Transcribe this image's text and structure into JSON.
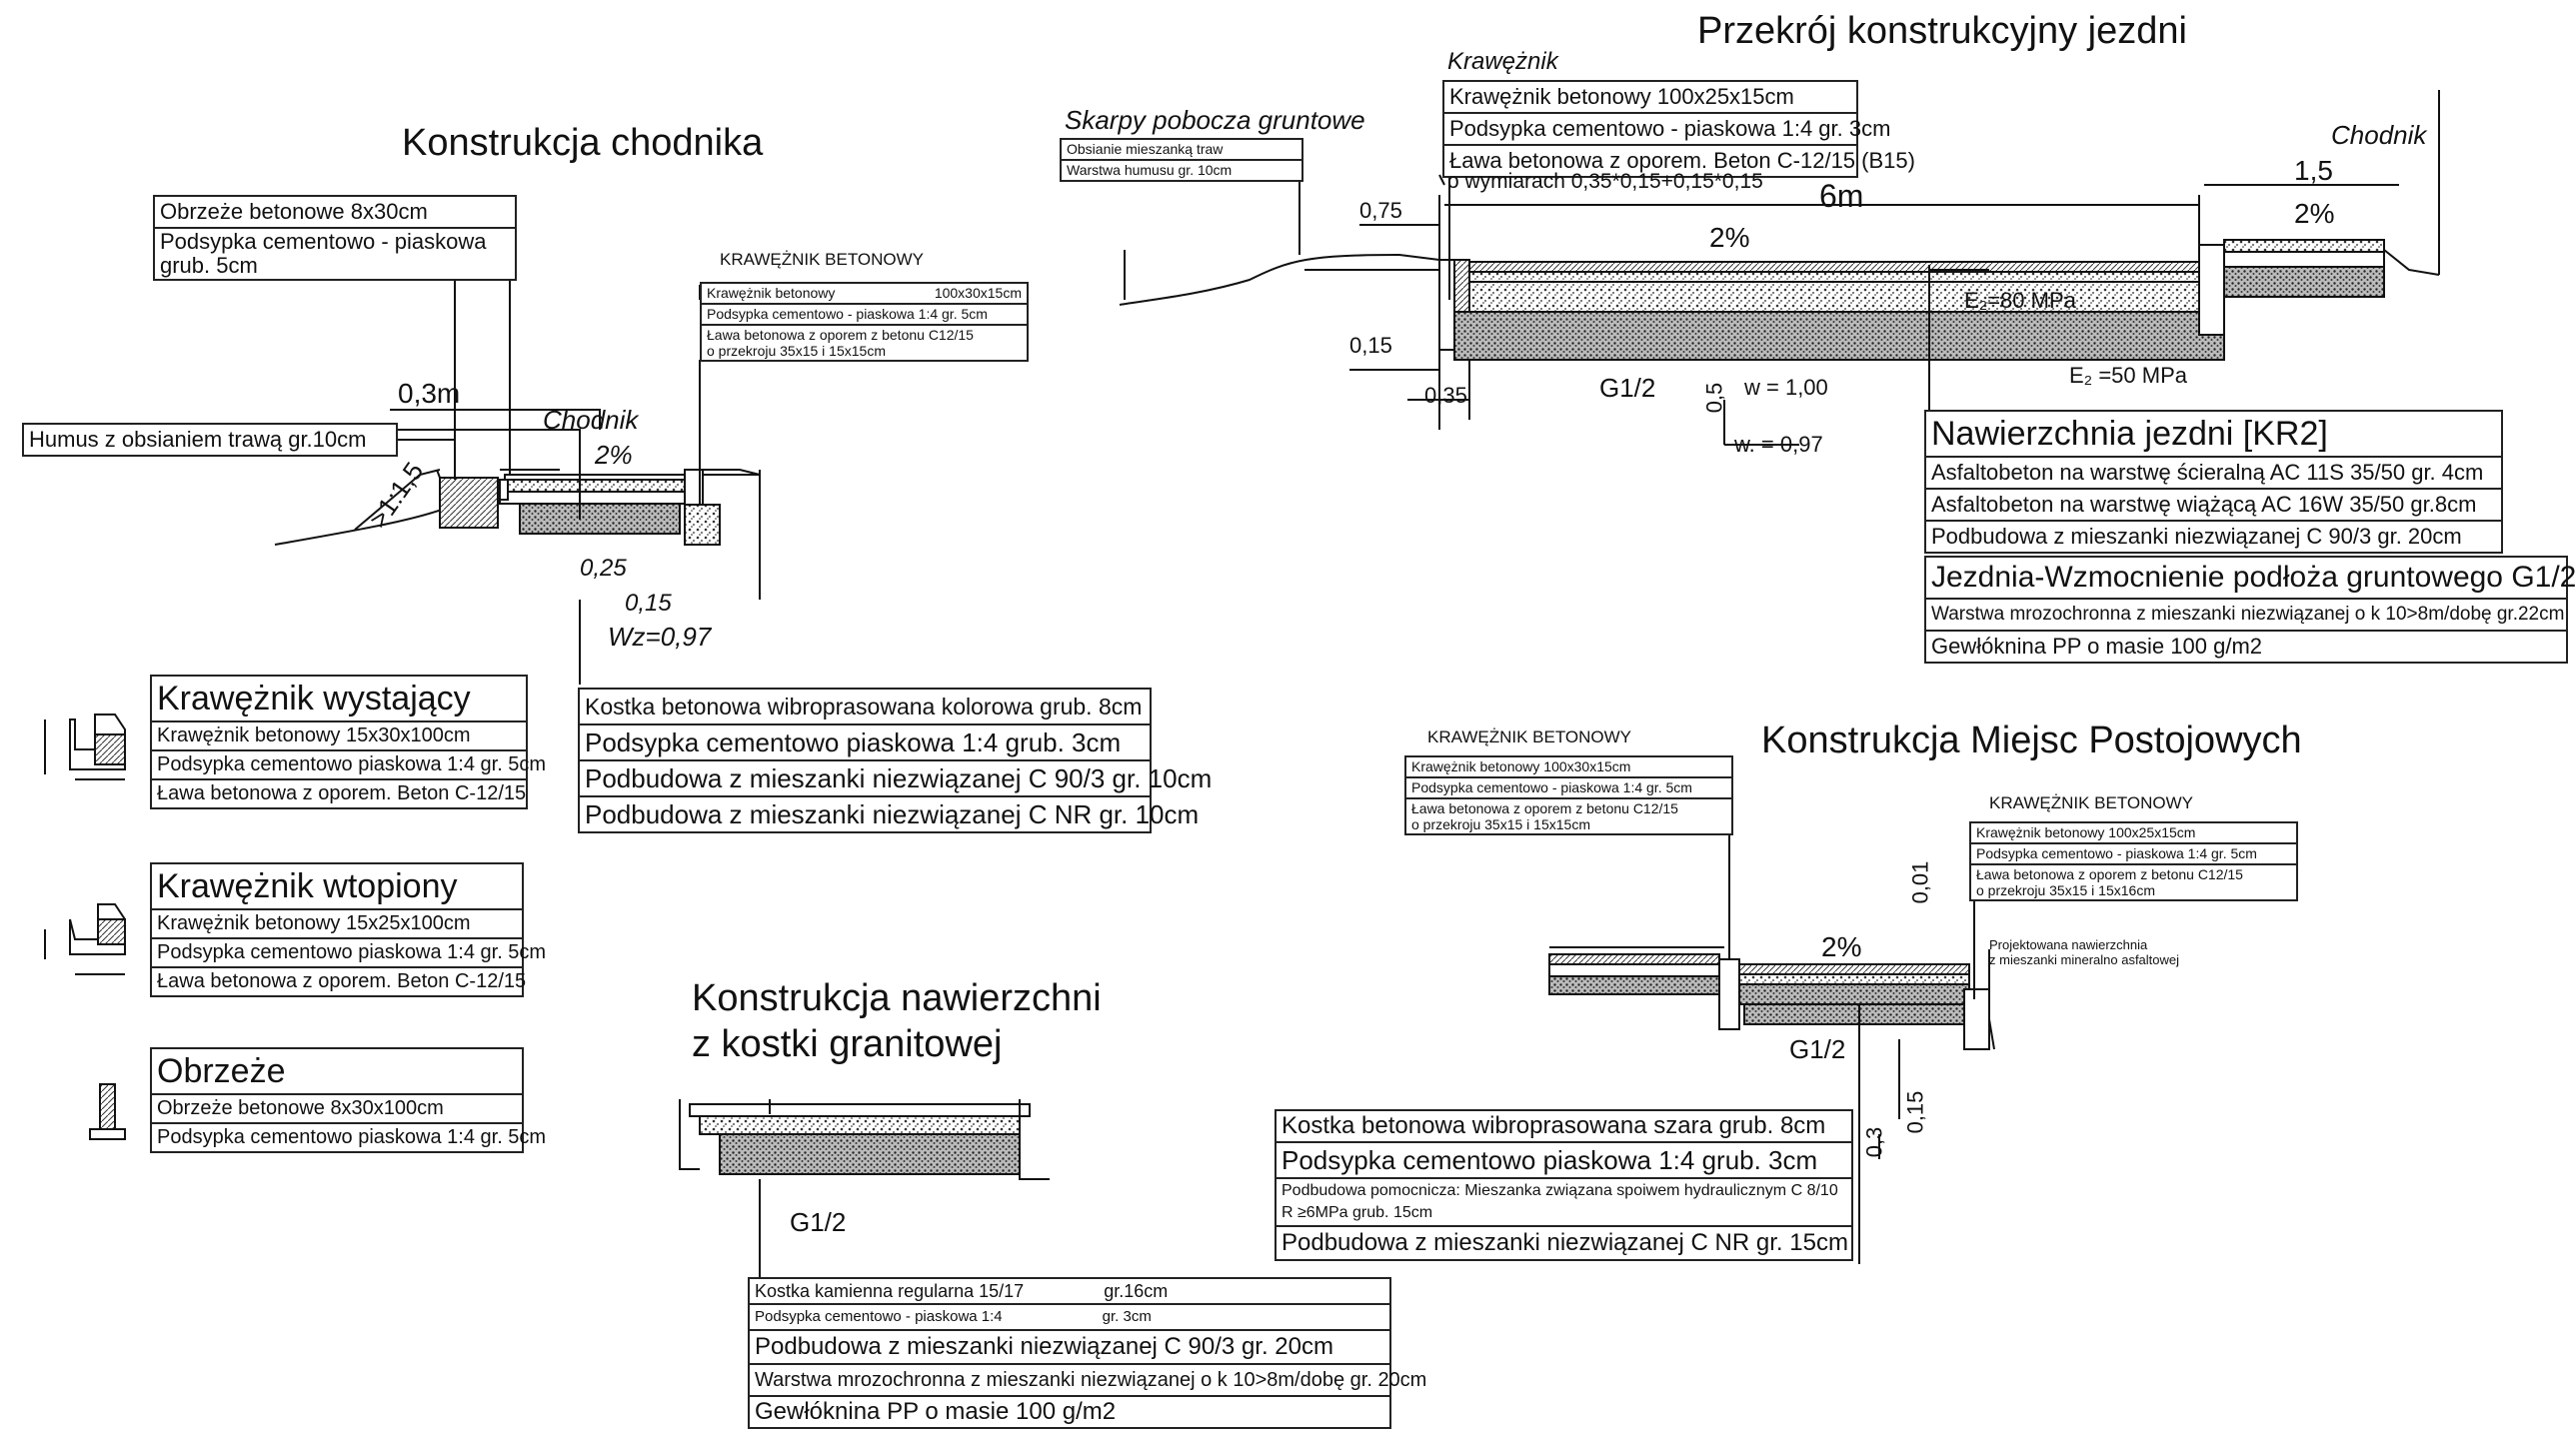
{
  "titles": {
    "jezdnia": "Przekrój konstrukcyjny jezdni",
    "chodnik": "Konstrukcja chodnika",
    "postoj": "Konstrukcja Miejsc Postojowych",
    "granit_1": "Konstrukcja nawierzchni",
    "granit_2": "z kostki granitowej"
  },
  "chodnik": {
    "obrzeze_box": [
      "Obrzeże betonowe 8x30cm",
      "Podsypka cementowo - piaskowa grub. 5cm"
    ],
    "humus_box": [
      "Humus z obsianiem trawą gr.10cm"
    ],
    "krawężnik_title": "KRAWĘŻNIK BETONOWY",
    "krawężnik_rows": [
      {
        "left": "Krawężnik betonowy",
        "right": "100x30x15cm"
      },
      {
        "left": "Podsypka cementowo - piaskowa 1:4 gr. 5cm",
        "right": ""
      },
      {
        "left": "Ława betonowa z oporem z betonu C12/15",
        "right": ""
      },
      {
        "left": "o przekroju 35x15 i 15x15cm",
        "right": ""
      }
    ],
    "label_chodnik": "Chodnik",
    "slope": "2%",
    "dim_03": "0,3m",
    "dim_025": "0,25",
    "dim_015": "0,15",
    "wz": "Wz=0,97",
    "skarpa": ">1:1,5",
    "layers": [
      "Kostka betonowa wibroprasowana kolorowa grub. 8cm",
      "Podsypka cementowo piaskowa 1:4 grub. 3cm",
      "Podbudowa z mieszanki niezwiązanej C 90/3 gr. 10cm",
      "Podbudowa z mieszanki niezwiązanej C NR gr. 10cm"
    ]
  },
  "legend": {
    "wystajacy_title": "Krawężnik wystający",
    "wystajacy": [
      "Krawężnik betonowy 15x30x100cm",
      "Podsypka cementowo piaskowa 1:4 gr. 5cm",
      "Ława betonowa z oporem. Beton C-12/15"
    ],
    "wtopiony_title": "Krawężnik wtopiony",
    "wtopiony": [
      "Krawężnik betonowy 15x25x100cm",
      "Podsypka cementowo piaskowa 1:4 gr. 5cm",
      "Ława betonowa z oporem. Beton C-12/15"
    ],
    "obrzeze_title": "Obrzeże",
    "obrzeze": [
      "Obrzeże betonowe 8x30x100cm",
      "Podsypka cementowo piaskowa 1:4 gr. 5cm"
    ]
  },
  "jezdnia": {
    "skarpy_title": "Skarpy pobocza gruntowe",
    "skarpy": [
      "Obsianie mieszanką traw",
      "Warstwa humusu gr. 10cm"
    ],
    "kraw_title": "Krawężnik",
    "kraw": [
      "Krawężnik betonowy 100x25x15cm",
      "Podsypka cementowo - piaskowa 1:4 gr. 3cm",
      "Ława betonowa z oporem. Beton C-12/15 (B15)",
      "o wymiarach 0,35*0,15+0,15*0,15"
    ],
    "chodnik": "Chodnik",
    "dim_6m": "6m",
    "dim_15": "1,5",
    "slope_a": "2%",
    "slope_b": "2%",
    "dim_075": "0,75",
    "dim_015": "0,15",
    "dim_035": "0,35",
    "g12": "G1/2",
    "dim_05": "0,5",
    "w1": "w = 1,00",
    "w097": "w. = 0,97",
    "e2_top": "E₂=80 MPa",
    "e2_bot": "E₂ =50 MPa",
    "kr2_title": "Nawierzchnia jezdni [KR2]",
    "kr2": [
      "Asfaltobeton na warstwę ścieralną AC 11S 35/50 gr. 4cm",
      "Asfaltobeton na warstwę wiążącą AC 16W 35/50 gr.8cm",
      "Podbudowa z mieszanki niezwiązanej C 90/3 gr. 20cm"
    ],
    "wzm_title": "Jezdnia-Wzmocnienie podłoża gruntowego G1/2",
    "wzm": [
      "Warstwa mrozochronna z mieszanki niezwiązanej o k 10>8m/dobę gr.22cm",
      "Gewłóknina PP o masie 100 g/m2"
    ]
  },
  "postoj": {
    "kraw_left_title": "KRAWĘŻNIK BETONOWY",
    "kraw_left": [
      "Krawężnik betonowy 100x30x15cm",
      "Podsypka cementowo - piaskowa 1:4 gr. 5cm",
      "Ława betonowa z oporem z betonu C12/15",
      "o przekroju 35x15 i 15x15cm"
    ],
    "kraw_right_title": "KRAWĘŻNIK BETONOWY",
    "kraw_right": [
      "Krawężnik betonowy 100x25x15cm",
      "Podsypka cementowo - piaskowa 1:4 gr. 5cm",
      "Ława betonowa z oporem z betonu C12/15",
      "o przekroju 35x15 i 15x16cm"
    ],
    "projekt_1": "Projektowana nawierzchnia",
    "projekt_2": "z mieszanki mineralno asfaltowej",
    "slope": "2%",
    "g12": "G1/2",
    "dim_001": "0,01",
    "dim_015": "0,15",
    "dim_03": "0,3",
    "layers": [
      "Kostka betonowa wibroprasowana szara grub. 8cm",
      "Podsypka cementowo piaskowa 1:4 grub. 3cm",
      "Podbudowa pomocnicza: Mieszanka związana spoiwem hydraulicznym C 8/10 R ≥6MPa grub. 15cm",
      "Podbudowa z mieszanki niezwiązanej C NR gr. 15cm"
    ]
  },
  "granit": {
    "g12": "G1/2",
    "layers": [
      {
        "left": "Kostka kamienna regularna 15/17",
        "right": "gr.16cm"
      },
      {
        "left": "Podsypka cementowo - piaskowa 1:4",
        "right": "gr. 3cm"
      },
      {
        "left": "Podbudowa z mieszanki niezwiązanej C 90/3 gr. 20cm",
        "right": ""
      },
      {
        "left": "Warstwa mrozochronna z mieszanki niezwiązanej o k 10>8m/dobę gr. 20cm",
        "right": ""
      },
      {
        "left": "Gewłóknina PP o masie 100 g/m2",
        "right": ""
      }
    ]
  }
}
